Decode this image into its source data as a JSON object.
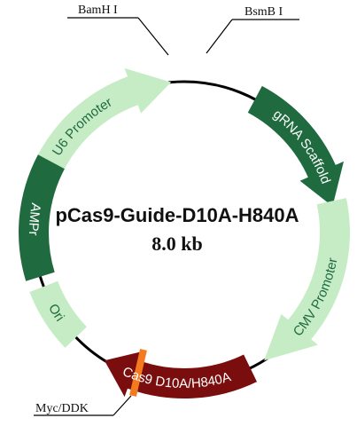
{
  "plasmid": {
    "name": "pCas9-Guide-D10A-H840A",
    "size": "8.0 kb"
  },
  "colors": {
    "backbone": "#000000",
    "light_green": "#c6ecc6",
    "dark_green": "#1f6b3f",
    "dark_red": "#7a0d0d",
    "orange": "#f47a20"
  },
  "sites": {
    "bamh1": "BamH I",
    "bsmb1": "BsmB I",
    "mycddk": "Myc/DDK"
  },
  "features": {
    "u6_promoter": "U6 Promoter",
    "grna_scaffold": "gRNA Scaffold",
    "cmv_promoter": "CMV Promoter",
    "cas9": "Cas9 D10A/H840A",
    "ori": "Ori",
    "ampr": "AMPr"
  }
}
